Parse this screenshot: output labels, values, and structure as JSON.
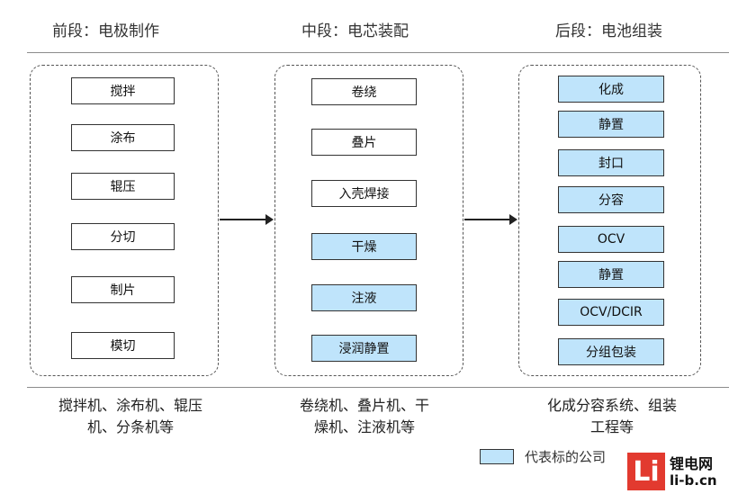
{
  "stages": [
    {
      "header": "前段：电极制作",
      "steps": [
        {
          "label": "搅拌",
          "highlight": false
        },
        {
          "label": "涂布",
          "highlight": false
        },
        {
          "label": "辊压",
          "highlight": false
        },
        {
          "label": "分切",
          "highlight": false
        },
        {
          "label": "制片",
          "highlight": false
        },
        {
          "label": "模切",
          "highlight": false
        }
      ],
      "equipment": [
        "搅拌机、涂布机、辊压",
        "机、分条机等"
      ]
    },
    {
      "header": "中段：电芯装配",
      "steps": [
        {
          "label": "卷绕",
          "highlight": false
        },
        {
          "label": "叠片",
          "highlight": false
        },
        {
          "label": "入壳焊接",
          "highlight": false
        },
        {
          "label": "干燥",
          "highlight": true
        },
        {
          "label": "注液",
          "highlight": true
        },
        {
          "label": "浸润静置",
          "highlight": true
        }
      ],
      "equipment": [
        "卷绕机、叠片机、干",
        "燥机、注液机等"
      ]
    },
    {
      "header": "后段：电池组装",
      "steps": [
        {
          "label": "化成",
          "highlight": true
        },
        {
          "label": "静置",
          "highlight": true
        },
        {
          "label": "封口",
          "highlight": true
        },
        {
          "label": "分容",
          "highlight": true
        },
        {
          "label": "OCV",
          "highlight": true
        },
        {
          "label": "静置",
          "highlight": true
        },
        {
          "label": "OCV/DCIR",
          "highlight": true
        },
        {
          "label": "分组包装",
          "highlight": true
        }
      ],
      "equipment": [
        "化成分容系统、组装",
        "工程等"
      ]
    }
  ],
  "legend": {
    "label": "代表标的公司",
    "color": "#bfe4fb"
  },
  "watermark": {
    "mark": "Li",
    "name": "锂电网",
    "url": "li-b.cn"
  }
}
